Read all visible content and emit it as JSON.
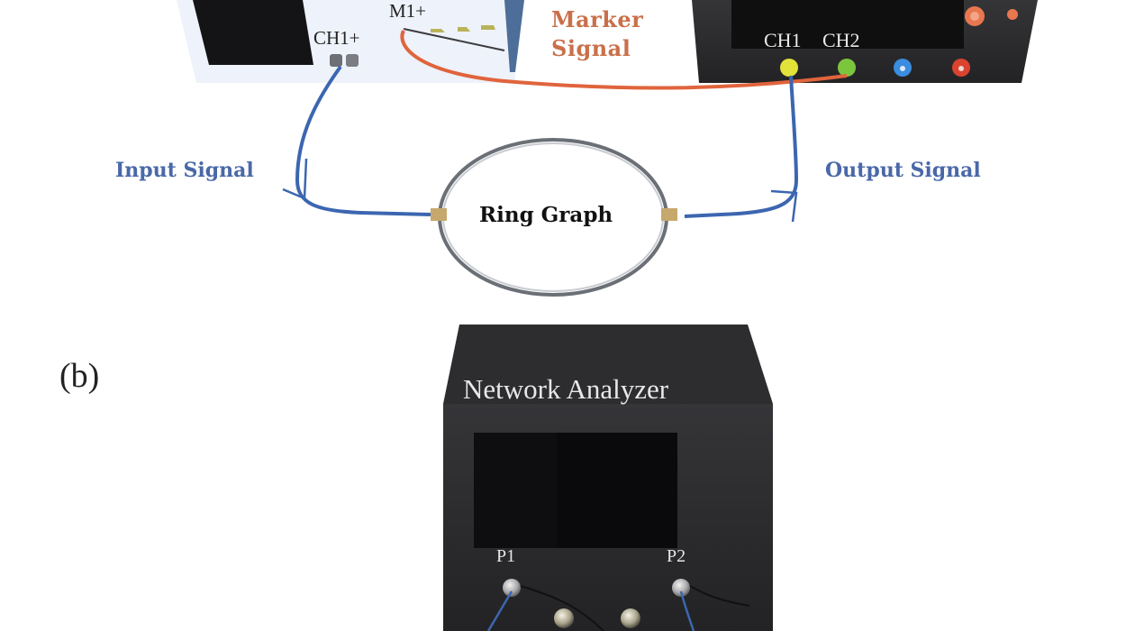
{
  "figure": {
    "panel_b_label": "(b)",
    "function_generator": {
      "channel_label": "CH1+",
      "marker_output_label": "M1+"
    },
    "marker_signal_label": [
      "Marker",
      "Signal"
    ],
    "oscilloscope": {
      "channel_labels": [
        "CH1",
        "CH2"
      ],
      "connector_colors": [
        "#e2e23a",
        "#7cc63e",
        "#3a8de0",
        "#d9432f"
      ]
    },
    "input_signal_label": "Input Signal",
    "output_signal_label": "Output Signal",
    "ring_graph_label": "Ring Graph",
    "network_analyzer": {
      "title": "Network Analyzer",
      "port_labels": [
        "P1",
        "P2"
      ]
    },
    "colors": {
      "signal_cable": "#3c66b0",
      "marker_cable": "#e0643c",
      "label_blue": "#4a68a8",
      "label_orange": "#c9704a",
      "device_body": "#2b2b2d"
    }
  }
}
